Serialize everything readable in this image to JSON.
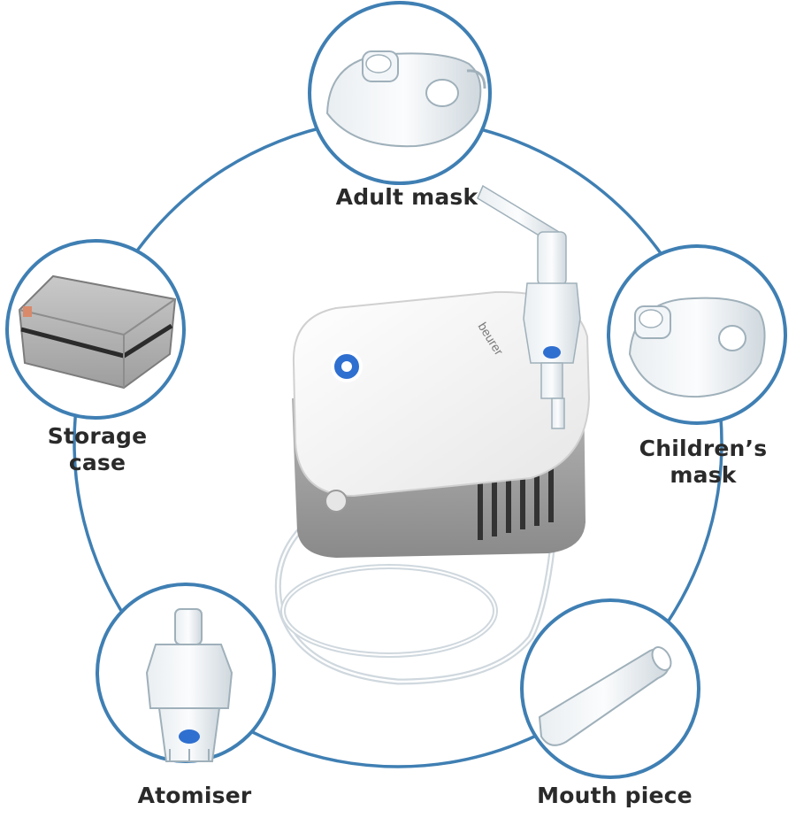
{
  "accessories": {
    "adult_mask": {
      "label": "Adult mask"
    },
    "storage_case": {
      "label_line1": "Storage",
      "label_line2": "case"
    },
    "childrens_mask": {
      "label_line1": "Children’s",
      "label_line2": "mask"
    },
    "atomiser": {
      "label": "Atomiser"
    },
    "mouth_piece": {
      "label": "Mouth piece"
    }
  },
  "device": {
    "brand": "beurer"
  },
  "colors": {
    "ring": "#3f7fb3",
    "device_white": "#f7f7f7",
    "device_grey": "#9a9a9a",
    "accent_blue": "#2f6fd0",
    "case_grey": "#b4b4b4",
    "plastic": "#dfe6ea"
  }
}
